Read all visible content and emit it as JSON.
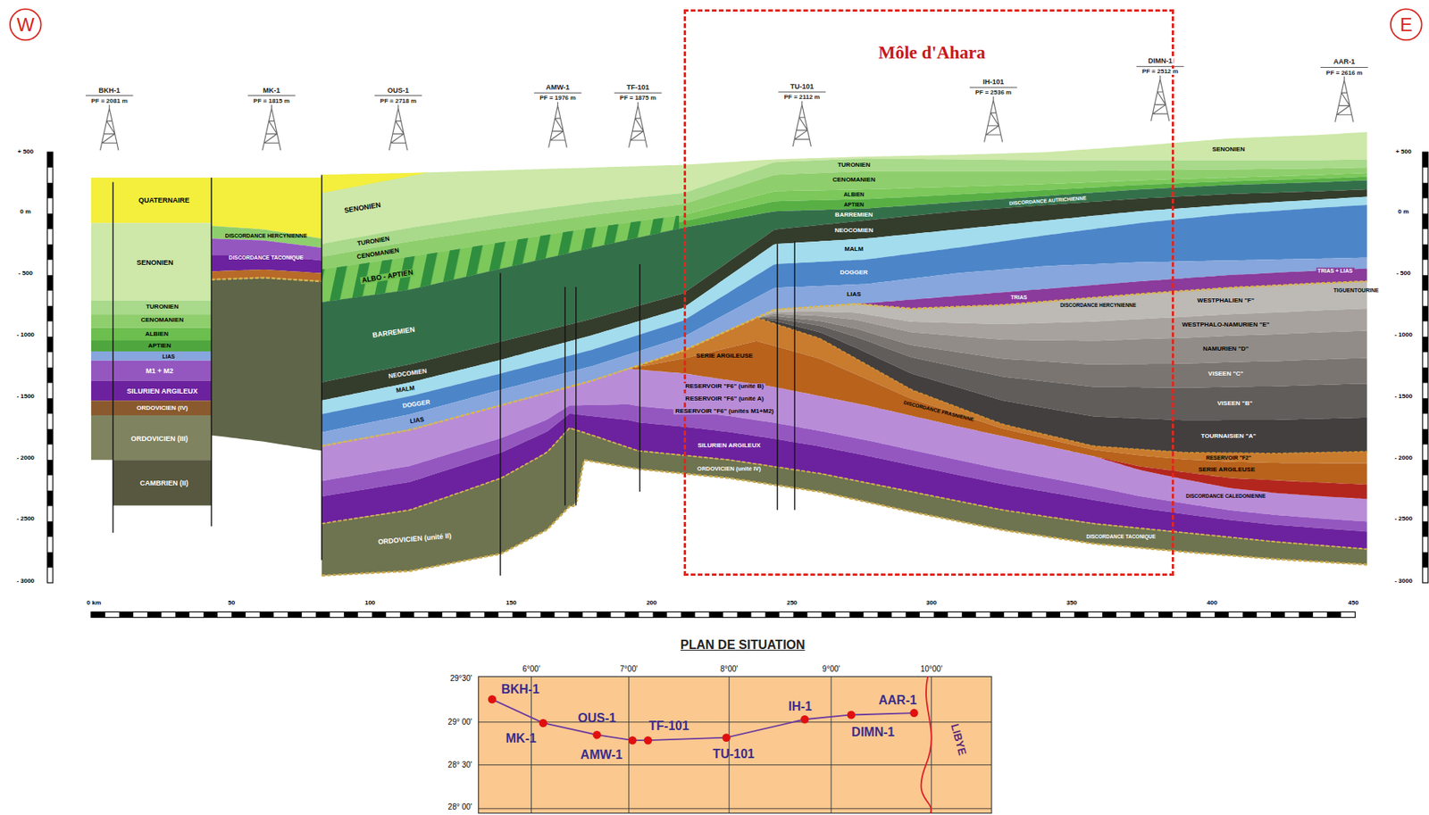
{
  "diagram": {
    "nodes": [
      {
        "text": [
          "Môle d'Ahara"
        ]
      },
      {
        "text": [
          "PLAN DE SITUATION",
          "BKH-1",
          "MK-1",
          "OUS-1",
          "AMW-1",
          "TF-101",
          "TU-101",
          "IH-1",
          "DIMN-1",
          "AAR-1",
          "LIBYE"
        ]
      }
    ],
    "labels": [
      "W",
      "E",
      "BKH-1",
      "PF = 2081 m",
      "MK-1",
      "PF = 1815 m",
      "OUS-1",
      "PF = 2718 m",
      "AMW-1",
      "PF = 1976 m",
      "TF-101",
      "PF = 1875 m",
      "TU-101",
      "PF = 2112 m",
      "IH-101",
      "PF = 2536 m",
      "DIMN-1",
      "PF = 2512 m",
      "AAR-1",
      "PF = 2616 m",
      "+ 500",
      "0 m",
      "- 500",
      "- 1000",
      "- 1500",
      "- 2000",
      "- 2500",
      "- 3000",
      "+ 500",
      "0 m",
      "- 500",
      "- 1000",
      "- 1500",
      "- 2000",
      "- 2500",
      "- 3000",
      "0 km",
      "50",
      "100",
      "150",
      "200",
      "250",
      "300",
      "350",
      "400",
      "450",
      "QUATERNAIRE",
      "SENONIEN",
      "TURONIEN",
      "CENOMANIEN",
      "ALBIEN",
      "APTIEN",
      "LIAS",
      "M1 + M2",
      "SILURIEN ARGILEUX",
      "ORDOVICIEN (IV)",
      "ORDOVICIEN (III)",
      "CAMBRIEN (II)",
      "DISCORDANCE HERCYNIENNE",
      "DISCORDANCE TACONIQUE",
      "SENONIEN",
      "TURONIEN",
      "CENOMANIEN",
      "ALBO - APTIEN",
      "BARREMIEN",
      "NEOCOMIEN",
      "MALM",
      "DOGGER",
      "LIAS",
      "ORDOVICIEN (unité II)",
      "SERIE ARGILEUSE",
      "RESERVOIR \"F6\" (unité B)",
      "RESERVOIR \"F6\" (unité A)",
      "RESERVOIR \"F6\" (unités M1+M2)",
      "SILURIEN ARGILEUX",
      "ORDOVICIEN (unité IV)",
      "TURONIEN",
      "CENOMANIEN",
      "ALBIEN",
      "APTIEN",
      "BARREMIEN",
      "NEOCOMIEN",
      "MALM",
      "DOGGER",
      "LIAS",
      "WESTPHALIEN \"F\"",
      "WESTPHALO-NAMURIEN \"E\"",
      "NAMURIEN \"D\"",
      "VISEEN \"C\"",
      "VISEEN \"B\"",
      "TOURNAISIEN \"A\"",
      "RESERVOIR \"F2\"",
      "SERIE ARGILEUSE",
      "TRIAS + LIAS",
      "TIGUENTOURINE",
      "TRIAS",
      "DISCORDANCE HERCYNIENNE",
      "DISCORDANCE AUTRICHIENNE",
      "DISCORDANCE FRASNIENNE",
      "DISCORDANCE CALEDONIENNE",
      "DISCORDANCE TACONIQUE",
      "SENONIEN",
      "29°30'",
      "29° 00'",
      "28° 30'",
      "28° 00'",
      "6°00'",
      "7°00'",
      "8°00'",
      "9°00'",
      "10°00'"
    ]
  }
}
